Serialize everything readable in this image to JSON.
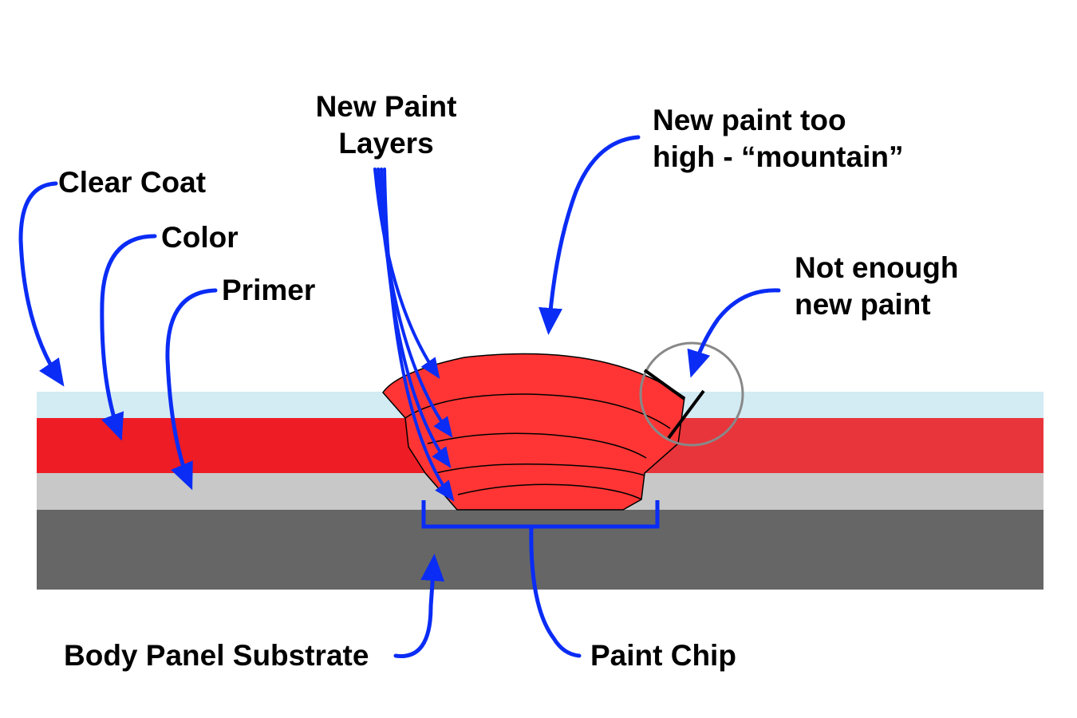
{
  "labels": {
    "clear_coat": "Clear Coat",
    "color": "Color",
    "primer": "Primer",
    "new_paint_layers": [
      "New Paint",
      "Layers"
    ],
    "new_paint_too_high": [
      "New paint too",
      "high - “mountain”"
    ],
    "not_enough_new_paint": [
      "Not enough",
      "new paint"
    ],
    "body_panel_substrate": "Body Panel Substrate",
    "paint_chip": "Paint Chip"
  },
  "colors": {
    "clear_coat": "#d3ebf3",
    "color_layer": "#ee1c25",
    "color_layer_right": "#e8353b",
    "primer": "#c8c8c8",
    "substrate": "#666666",
    "new_paint": "#ff3535",
    "annotation_blue": "#0a2cf5",
    "outline": "#000000",
    "circle": "#888888"
  },
  "icons": {
    "arrow": "arrow-icon",
    "bracket": "bracket-icon"
  }
}
